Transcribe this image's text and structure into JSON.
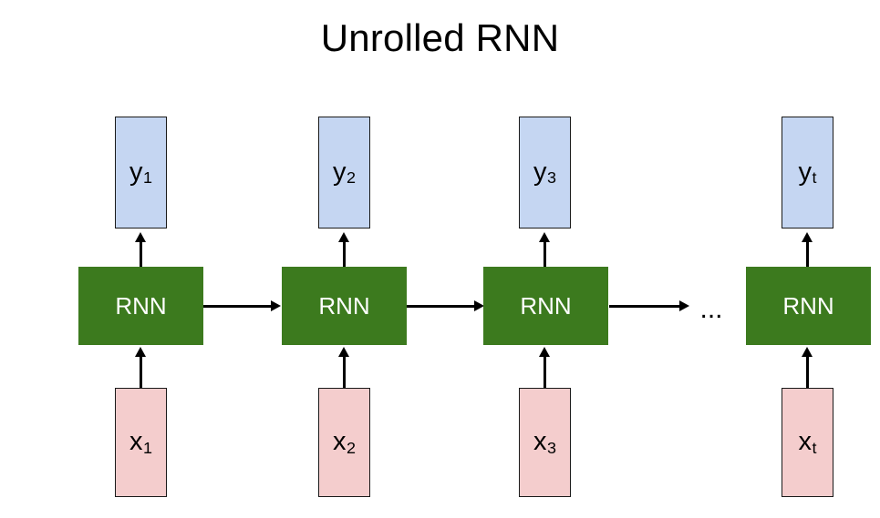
{
  "title": "Unrolled RNN",
  "colors": {
    "output_fill": "#c5d6f2",
    "input_fill": "#f4cdcd",
    "rnn_fill": "#3c7a1e",
    "border": "#1a1a1a",
    "arrow": "#000000",
    "rnn_text": "#ffffff",
    "background": "#ffffff"
  },
  "ellipsis": "...",
  "timesteps": [
    {
      "output_label_base": "y",
      "output_label_sub": "1",
      "rnn_label": "RNN",
      "input_label_base": "x",
      "input_label_sub": "1"
    },
    {
      "output_label_base": "y",
      "output_label_sub": "2",
      "rnn_label": "RNN",
      "input_label_base": "x",
      "input_label_sub": "2"
    },
    {
      "output_label_base": "y",
      "output_label_sub": "3",
      "rnn_label": "RNN",
      "input_label_base": "x",
      "input_label_sub": "3"
    },
    {
      "output_label_base": "y",
      "output_label_sub": "t",
      "rnn_label": "RNN",
      "input_label_base": "x",
      "input_label_sub": "t"
    }
  ]
}
